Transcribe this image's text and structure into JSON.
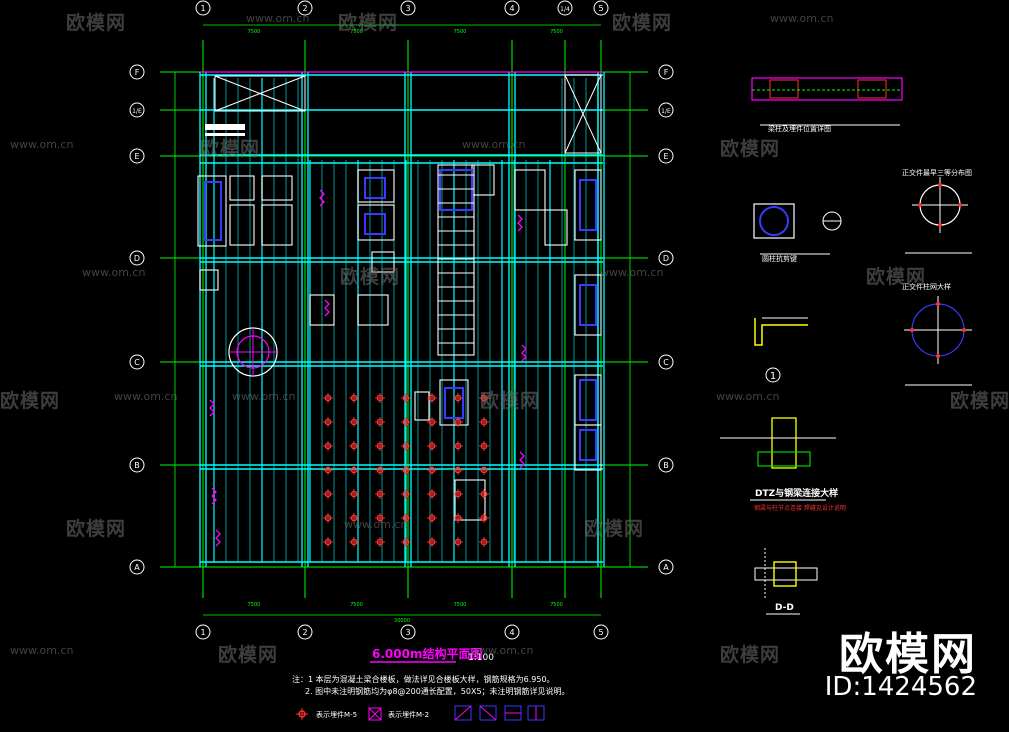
{
  "grid": {
    "columns_top": [
      "1",
      "2",
      "3",
      "4",
      "1/4",
      "5"
    ],
    "columns_bottom": [
      "1",
      "2",
      "3",
      "4",
      "5"
    ],
    "rows": [
      "F",
      "1/E",
      "E",
      "D",
      "C",
      "B",
      "A"
    ]
  },
  "dimensions": {
    "spans": [
      "7500",
      "7500",
      "7500",
      "7500"
    ],
    "total": "30000"
  },
  "plan_title": "6.000m结构平面图",
  "plan_scale": "1:100",
  "notes": [
    "注：1 本层为混凝土梁合楼板，做法详见合楼板大样，钢筋规格为6.950。",
    "2. 图中未注明钢筋均为φ8@200通长配置，50X5；未注明钢筋详见说明。"
  ],
  "legend": [
    {
      "label": "表示埋件M-5"
    },
    {
      "label": "表示埋件M-2"
    }
  ],
  "details": {
    "d1_title": "梁柱及埋件位置详图",
    "d2_title": "圆柱抗剪键",
    "d3_title": "正交件最早三等分布图",
    "d4_title": "正交件柱网大样",
    "callout": "1",
    "d5_title": "DTZ与钢梁连接大样",
    "d5_sub": "钢梁与柱节点连接 焊缝见设计说明",
    "d6_title": "D-D"
  },
  "watermarks": {
    "cn": "欧模网",
    "url": "www.om.cn"
  },
  "brand": {
    "logo": "欧模网",
    "id": "ID:1424562"
  },
  "colors": {
    "background": "#000000",
    "grid_lines": "#00ff00",
    "members": "#00ffff",
    "white": "#ffffff",
    "magenta": "#ff00ff",
    "blue": "#3a3aff",
    "red": "#ff3030",
    "yellow": "#ffff00"
  }
}
